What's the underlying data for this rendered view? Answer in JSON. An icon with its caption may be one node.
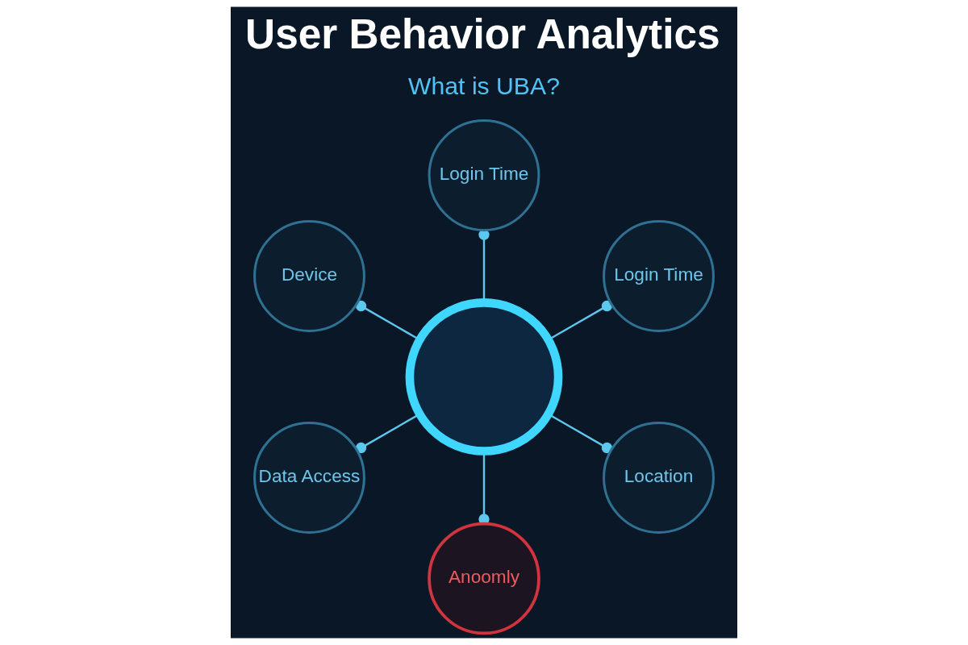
{
  "diagram": {
    "title": "User Behavior Analytics",
    "nodes": [
      {
        "text": [
          "Login Time"
        ]
      },
      {
        "text": [
          "Device"
        ]
      },
      {
        "text": [
          "Login Time"
        ]
      },
      {
        "text": [],
        "shape": "circle"
      },
      {
        "text": [
          "Data Access"
        ]
      },
      {
        "text": [
          "Location"
        ]
      },
      {
        "text": [
          "Anoomly"
        ]
      }
    ],
    "edges": [
      {
        "from": 3,
        "to": 0,
        "arrow": "other"
      },
      {
        "from": 3,
        "to": 1,
        "arrow": "other"
      },
      {
        "from": 3,
        "to": 2,
        "arrow": "other"
      },
      {
        "from": 3,
        "to": 4,
        "arrow": "other"
      },
      {
        "from": 3,
        "to": 5,
        "arrow": "other"
      },
      {
        "from": 3,
        "to": 6,
        "arrow": "other"
      }
    ],
    "labels": [
      "What is UBA?"
    ]
  }
}
